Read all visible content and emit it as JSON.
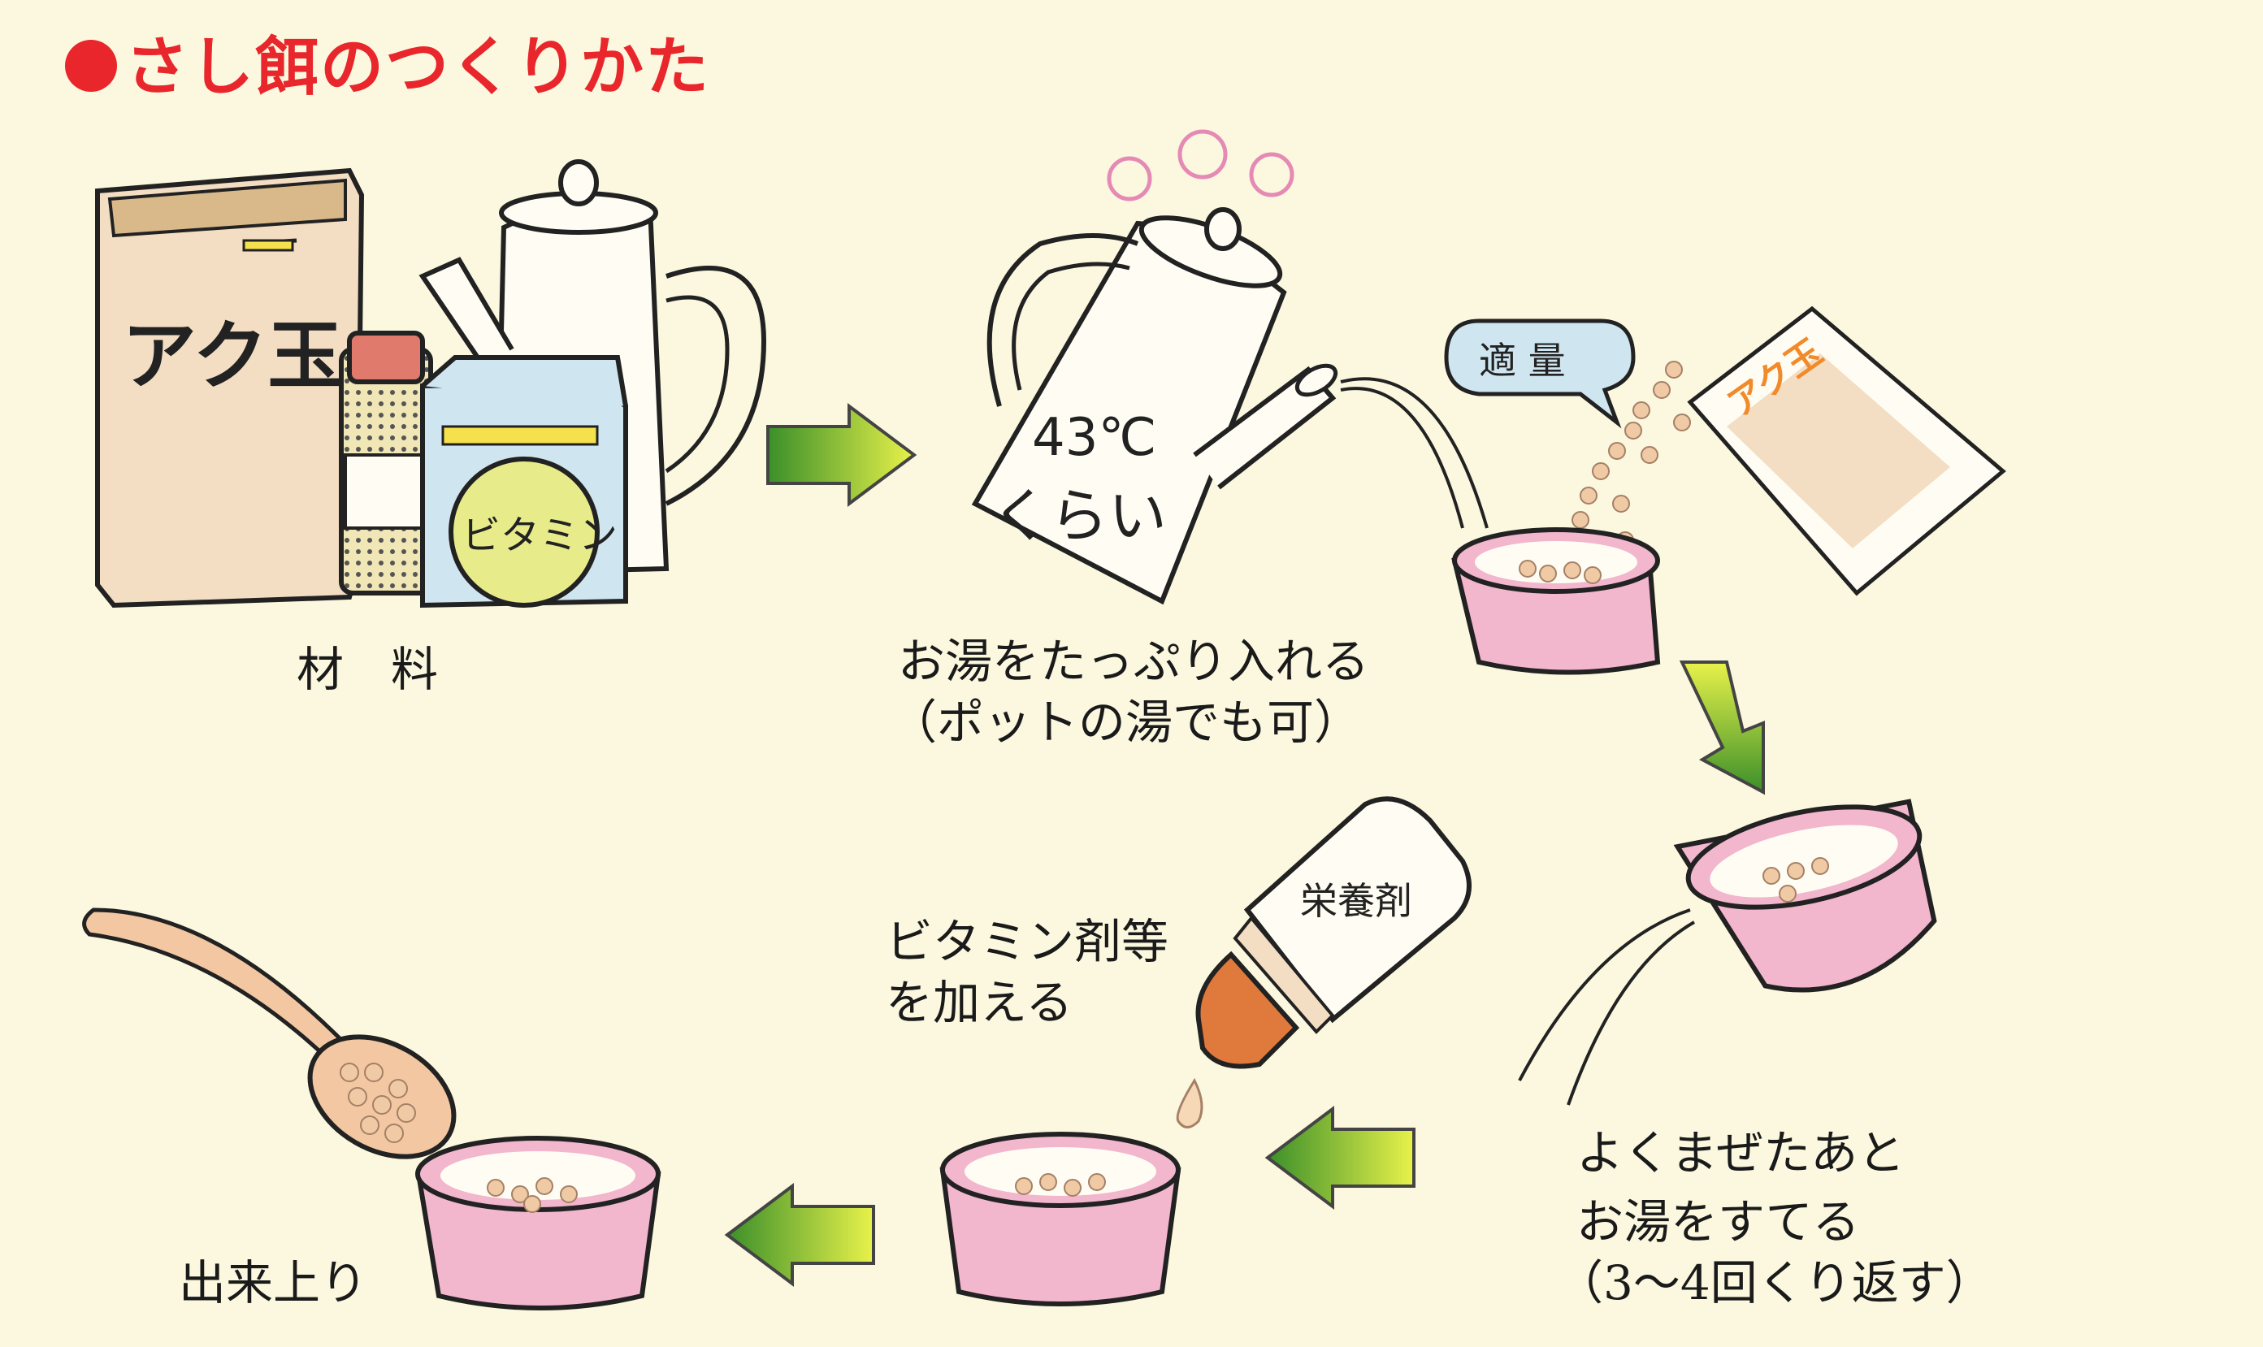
{
  "title": "さし餌のつくりかた",
  "steps": {
    "materials": {
      "caption": "材　料",
      "bag_label": "アク玉",
      "box_label": "ビタミン"
    },
    "pour": {
      "kettle_label_line1": "43℃",
      "kettle_label_line2": "くらい",
      "bubble": "適 量",
      "packet_label": "アク玉",
      "caption_line1": "お湯をたっぷり入れる",
      "caption_line2": "（ポットの湯でも可）"
    },
    "drain": {
      "caption_line1": "よくまぜたあと",
      "caption_line2": "お湯をすてる",
      "caption_line3": "（3～4回くり返す）"
    },
    "vitamin": {
      "bottle_label": "栄養剤",
      "caption_line1": "ビタミン剤等",
      "caption_line2": "を加える"
    },
    "done": {
      "caption": "出来上り"
    }
  },
  "colors": {
    "background": "#fbf8df",
    "title_red": "#e8262b",
    "bowl_pink": "#f2b6cd",
    "arrow_green": "#7cbf2a",
    "bag_beige": "#f3dec3"
  }
}
